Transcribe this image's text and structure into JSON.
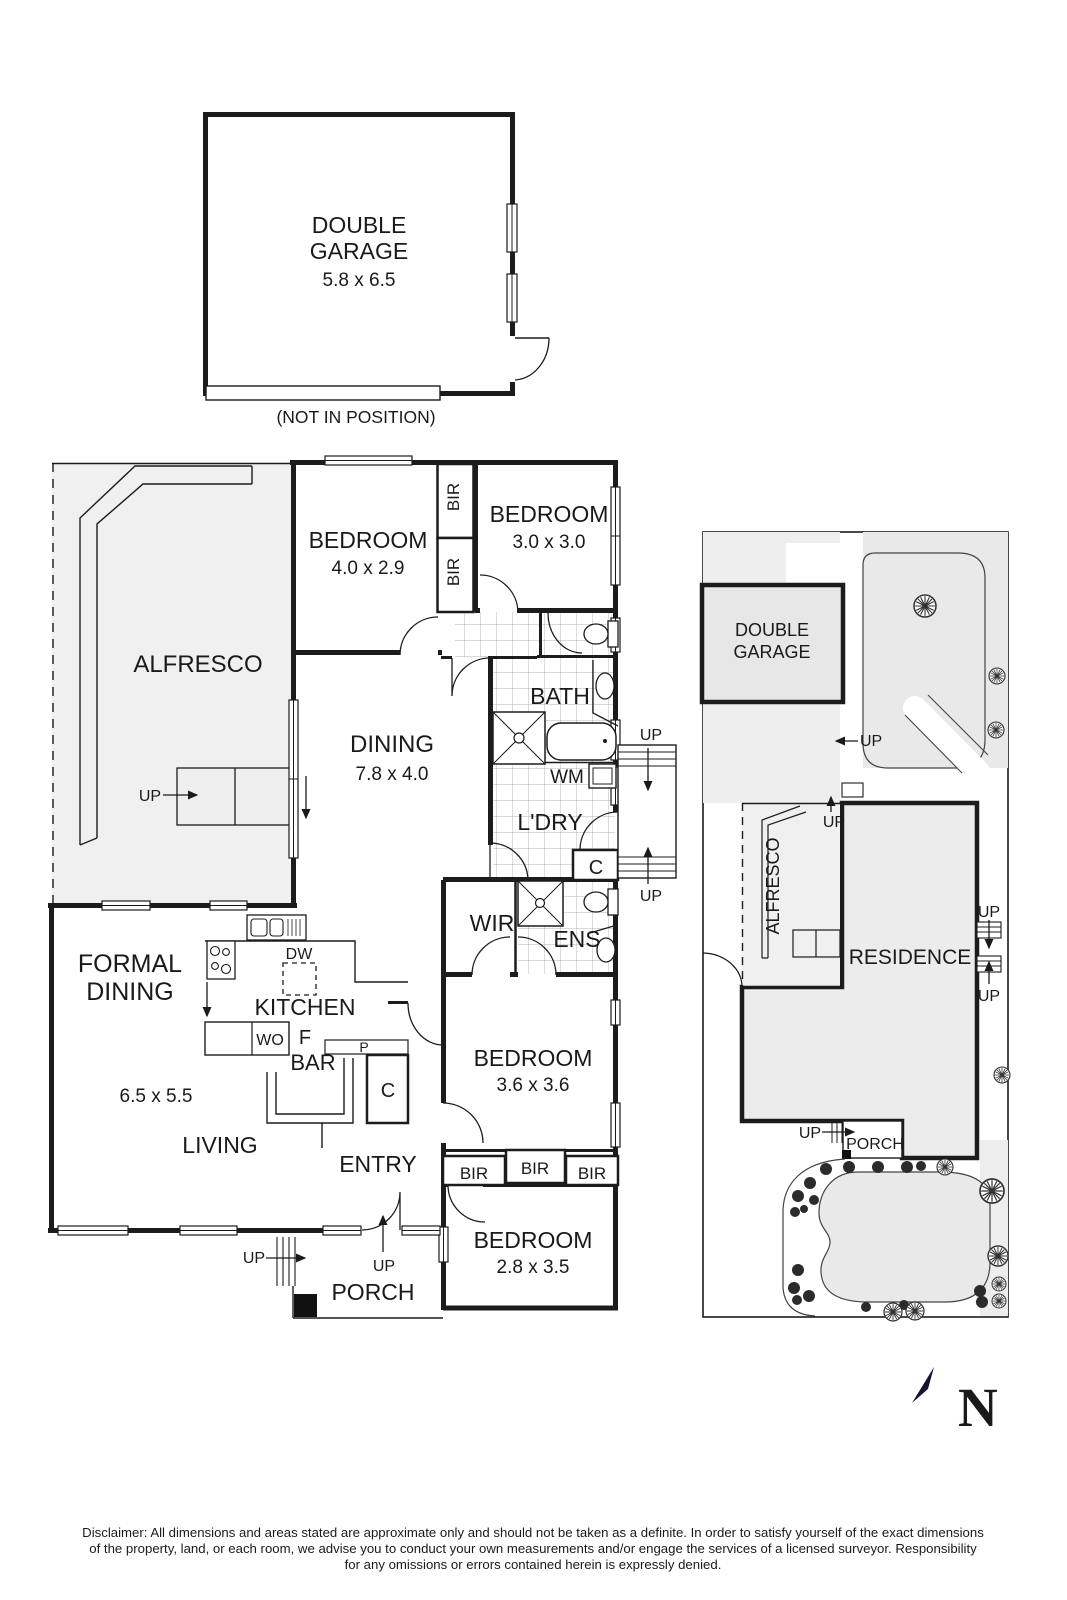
{
  "colors": {
    "wall": "#1c1c1c",
    "alfresco_fill": "#f0f0f0",
    "site_fill": "#e9e9e9",
    "residence_fill": "#ececec",
    "north": "#14142f"
  },
  "garage_detail": {
    "name_line1": "DOUBLE",
    "name_line2": "GARAGE",
    "dims": "5.8 x 6.5",
    "note": "(NOT IN POSITION)"
  },
  "floorplan": {
    "alfresco": "ALFRESCO",
    "bedroom1": {
      "label": "BEDROOM",
      "dims": "4.0 x 2.9"
    },
    "bedroom2": {
      "label": "BEDROOM",
      "dims": "3.0 x 3.0"
    },
    "bedroom3": {
      "label": "BEDROOM",
      "dims": "3.6 x 3.6"
    },
    "bedroom4": {
      "label": "BEDROOM",
      "dims": "2.8 x 3.5"
    },
    "dining": {
      "label": "DINING",
      "dims": "7.8 x 4.0"
    },
    "bath": "BATH",
    "laundry": "L'DRY",
    "wm": "WM",
    "wir": "WIR",
    "ens": "ENS",
    "formal_dining": {
      "line1": "FORMAL",
      "line2": "DINING"
    },
    "living": {
      "label": "LIVING",
      "dims": "6.5 x 5.5"
    },
    "kitchen": "KITCHEN",
    "entry": "ENTRY",
    "porch": "PORCH",
    "bar": "BAR",
    "bir": "BIR",
    "cupboard": "C",
    "dishwasher": "DW",
    "wall_oven": "WO",
    "fridge": "F",
    "pantry": "P",
    "up": "UP"
  },
  "siteplan": {
    "garage_line1": "DOUBLE",
    "garage_line2": "GARAGE",
    "alfresco": "ALFRESCO",
    "residence": "RESIDENCE",
    "porch": "PORCH",
    "up": "UP"
  },
  "north_label": "N",
  "disclaimer": {
    "line1": "Disclaimer: All dimensions and areas stated are approximate only and should not be taken as a definite. In order to satisfy yourself of the exact dimensions",
    "line2": "of the property, land, or each room, we advise you to conduct your own measurements and/or engage the services of a licensed surveyor. Responsibility",
    "line3": "for any omissions or errors contained herein is expressly denied."
  }
}
